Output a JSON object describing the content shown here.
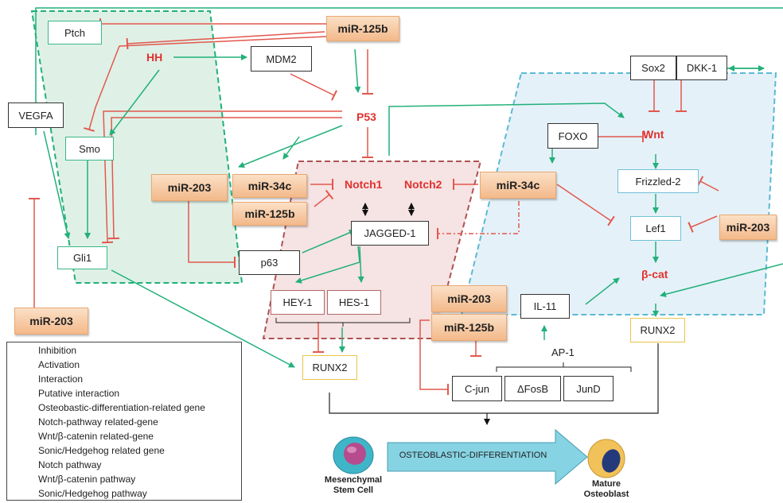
{
  "nodes": {
    "ptch": "Ptch",
    "hh": "HH",
    "mdm2": "MDM2",
    "vegfa": "VEGFA",
    "smo": "Smo",
    "gli1": "Gli1",
    "p53": "P53",
    "sox2": "Sox2",
    "dkk1": "DKK-1",
    "foxo": "FOXO",
    "wnt": "Wnt",
    "frizzled2": "Frizzled-2",
    "lef1": "Lef1",
    "bcat": "β-cat",
    "runx2_right": "RUNX2",
    "notch1": "Notch1",
    "notch2": "Notch2",
    "jagged1": "JAGGED-1",
    "p63": "p63",
    "hey1": "HEY-1",
    "hes1": "HES-1",
    "runx2_center": "RUNX2",
    "il11": "IL-11",
    "ap1": "AP-1",
    "cjun": "C-jun",
    "fosb": "ΔFosB",
    "jund": "JunD"
  },
  "mirnas": {
    "mir125b_top": "miR-125b",
    "mir203_left": "miR-203",
    "mir34c_center": "miR-34c",
    "mir125b_center": "miR-125b",
    "mir34c_right": "miR-34c",
    "mir203_right": "miR-203",
    "mir203_lower": "miR-203",
    "mir125b_lower": "miR-125b",
    "mir203_bottom_left": "miR-203"
  },
  "bottom": {
    "process": "OSTEOBLASTIC-DIFFERENTIATION",
    "stem_cell": "Mesenchymal\nStem Cell",
    "mature": "Mature\nOsteoblast"
  },
  "legend": [
    "Inhibition",
    "Activation",
    "Interaction",
    "Putative interaction",
    "Osteobastic-differentiation-related gene",
    "Notch-pathway related-gene",
    "Wnt/β-catenin related-gene",
    "Sonic/Hedgehog related gene",
    "Notch pathway",
    "Wnt/β-catenin pathway",
    "Sonic/Hedgehog pathway"
  ],
  "colors": {
    "inhibition": "#e2584d",
    "activation": "#22b07a",
    "interaction": "#111111",
    "notch_fill": "#f6e3e3",
    "wnt_fill": "#e5f1f8",
    "hh_fill": "#dff1e7",
    "osteo_border": "#e8c44a"
  }
}
